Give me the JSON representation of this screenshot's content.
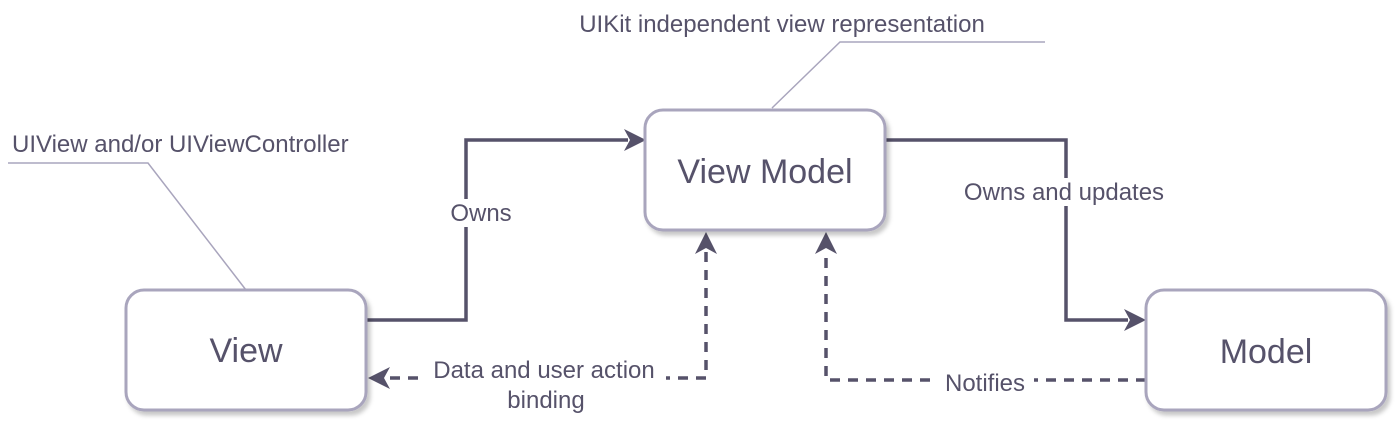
{
  "nodes": {
    "view": "View",
    "view_model": "View Model",
    "model": "Model"
  },
  "edges": {
    "owns": "Owns",
    "owns_and_updates": "Owns and updates",
    "binding_line1": "Data and user action",
    "binding_line2": "binding",
    "notifies": "Notifies"
  },
  "annotations": {
    "view_note": "UIView and/or UIViewController",
    "view_model_note": "UIKit independent view representation"
  },
  "colors": {
    "text": "#56526a",
    "box_border": "#a9a5bd",
    "arrow": "#56526a"
  }
}
